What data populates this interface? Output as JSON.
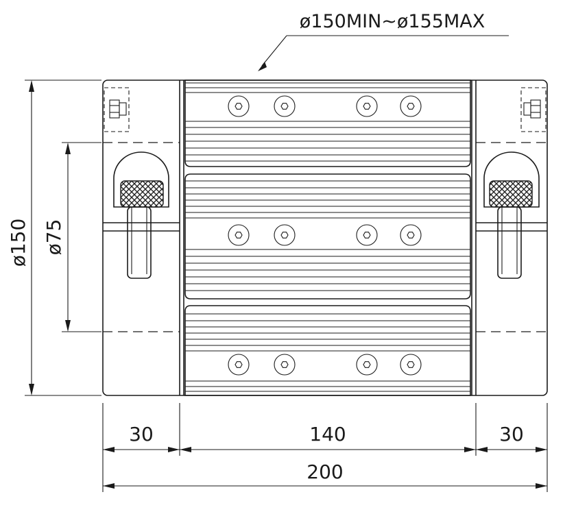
{
  "callout": {
    "tolerance": "ø150MIN~ø155MAX"
  },
  "dimensions": {
    "outer_diameter": "ø150",
    "inner_diameter": "ø75",
    "left_width": "30",
    "center_width": "140",
    "right_width": "30",
    "total_width": "200"
  },
  "colors": {
    "line": "#1a1a1a",
    "knurl": "#555555"
  }
}
